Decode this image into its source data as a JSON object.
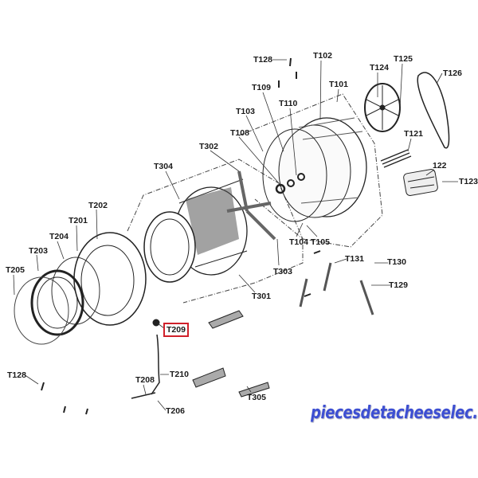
{
  "diagram": {
    "title": "Exploded view - washing machine tub and drum assembly",
    "highlight_color": "#d0202a",
    "labels": {
      "t128_top": "T128",
      "t102": "T102",
      "t125": "T125",
      "t124": "T124",
      "t126": "T126",
      "t109": "T109",
      "t101": "T101",
      "t110": "T110",
      "t103": "T103",
      "t121": "T121",
      "t108": "T108",
      "p122": "122",
      "t123": "T123",
      "t302": "T302",
      "t304": "T304",
      "t104": "T104",
      "t105": "T105",
      "t202": "T202",
      "t201": "T201",
      "t204": "T204",
      "t203": "T203",
      "t205": "T205",
      "t303": "T303",
      "t131": "T131",
      "t130": "T130",
      "t129": "T129",
      "t301": "T301",
      "t209": "T209",
      "t128_bottom": "T128",
      "t210": "T210",
      "t208": "T208",
      "t305": "T305",
      "t206": "T206"
    }
  },
  "watermark": "piecesdetacheeselec.com"
}
